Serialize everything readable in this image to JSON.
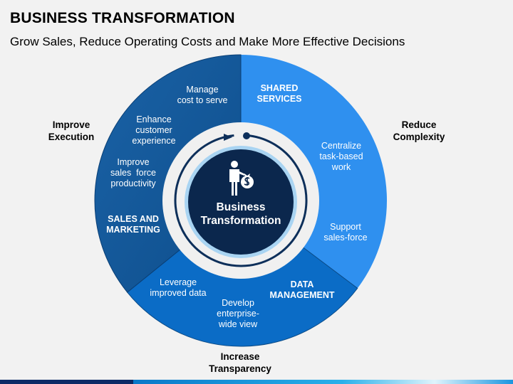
{
  "header": {
    "title": "BUSINESS TRANSFORMATION",
    "subtitle": "Grow Sales, Reduce Operating Costs and Make More Effective Decisions"
  },
  "colors": {
    "left": "#145a9c",
    "bottom": "#0b6cc6",
    "right": "#2f90ef",
    "core": "#0b274d",
    "ring": "#0d2f5a"
  },
  "segments": {
    "shared": {
      "title_1": "SHARED",
      "title_2": "SERVICES",
      "items": [
        [
          "Centralize",
          "task-based",
          "work"
        ],
        [
          "Support",
          "sales-force"
        ]
      ]
    },
    "data": {
      "title_1": "DATA",
      "title_2": "MANAGEMENT",
      "items": [
        [
          "Leverage",
          "improved data"
        ],
        [
          "Develop",
          "enterprise-",
          "wide view"
        ]
      ]
    },
    "sales": {
      "title_1": "SALES AND",
      "title_2": "MARKETING",
      "items": [
        [
          "Manage",
          "cost to serve"
        ],
        [
          "Enhance",
          "customer",
          "experience"
        ],
        [
          "Improve",
          "sales  force",
          "productivity"
        ]
      ]
    }
  },
  "outer_labels": {
    "execution": [
      "Improve",
      "Execution"
    ],
    "complexity": [
      "Reduce",
      "Complexity"
    ],
    "transparency": [
      "Increase",
      "Transparency"
    ]
  },
  "center": {
    "line_1": "Business",
    "line_2": "Transformation",
    "icon": "businessman-money-bag-icon"
  }
}
